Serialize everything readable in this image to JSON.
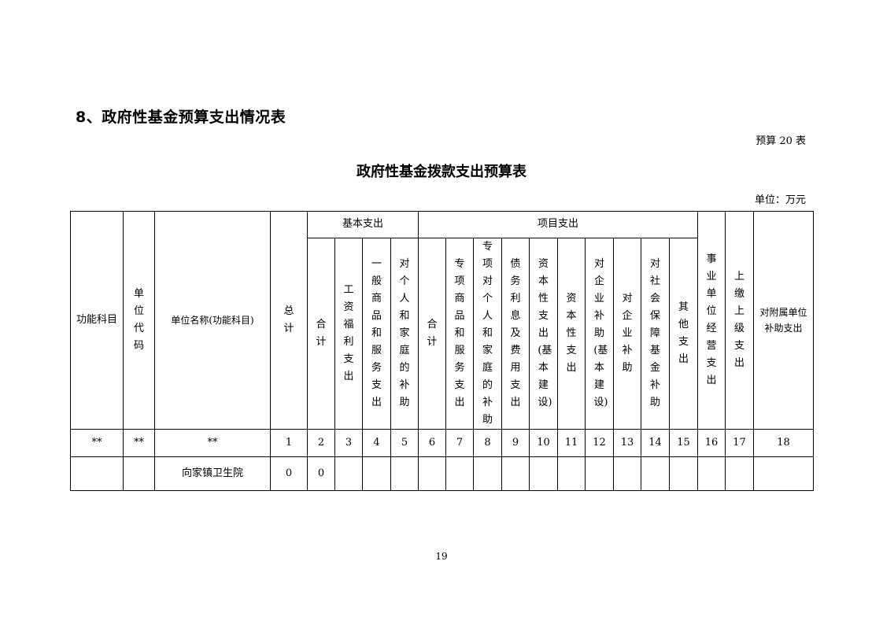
{
  "doc": {
    "section_title": "8、政府性基金预算支出情况表",
    "table_no": "预算 20 表",
    "table_title": "政府性基金拨款支出预算表",
    "unit": "单位：万元",
    "page_number": "19"
  },
  "table": {
    "headers": {
      "func_subject": "功能科目",
      "unit_code": "单位代码",
      "unit_name": "单位名称(功能科目)",
      "total": "总计",
      "basic": "基本支出",
      "basic_total": "合计",
      "basic_wage": "工资福利支出",
      "basic_goods": "一般商品和服务支出",
      "basic_subsidy": "对个人和家庭的补助",
      "project": "项目支出",
      "proj_total": "合计",
      "proj_goods": "专项商品和服务支出",
      "proj_subsidy": "专项对个人和家庭的补助",
      "proj_debt": "债务利息及费用支出",
      "proj_capital_build": "资本性支出(基本建设)",
      "proj_capital": "资本性支出",
      "proj_ent_build": "对企业补助(基本建设)",
      "proj_ent": "对企业补助",
      "proj_social": "对社会保障基金补助",
      "proj_other": "其他支出",
      "operating": "事业单位经营支出",
      "upper": "上缴上级支出",
      "affiliated": "对附属单位补助支出"
    },
    "index_row": [
      "**",
      "**",
      "**",
      "1",
      "2",
      "3",
      "4",
      "5",
      "6",
      "7",
      "8",
      "9",
      "10",
      "11",
      "12",
      "13",
      "14",
      "15",
      "16",
      "17",
      "18"
    ],
    "rows": [
      {
        "func_subject": "",
        "unit_code": "",
        "unit_name": "向家镇卫生院",
        "c1": "0",
        "c2": "0"
      }
    ]
  }
}
